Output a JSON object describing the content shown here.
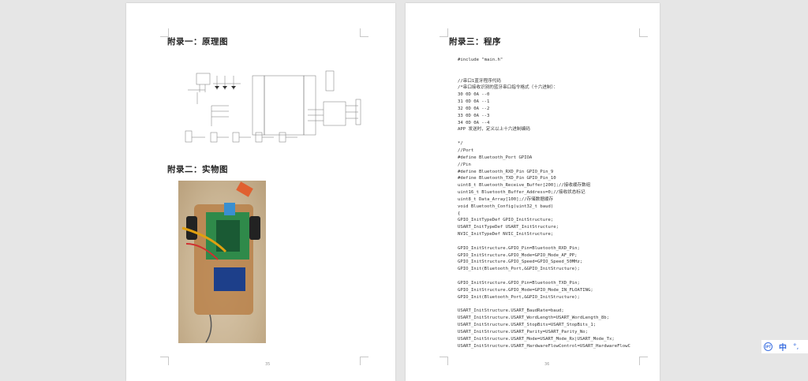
{
  "left_page": {
    "heading1": "附录一：原理图",
    "heading2": "附录二：实物图",
    "page_number": "35"
  },
  "right_page": {
    "heading": "附录三：程序",
    "page_number": "36",
    "code_lines": [
      "#include \"main.h\"",
      "",
      "",
      "//串口1蓝牙程序代码",
      "/*串口接收识别的蓝牙串口指令格式（十六进制）：",
      "30 0D 0A --0",
      "31 0D 0A --1",
      "32 0D 0A --2",
      "33 0D 0A --3",
      "34 0D 0A --4",
      "APP 发送时，定义以上十六进制编码",
      "",
      "*/",
      "//Port",
      "#define Bluetooth_Port GPIOA",
      "//Pin",
      "#define Bluetooth_RXD_Pin GPIO_Pin_9",
      "#define Bluetooth_TXD_Pin GPIO_Pin_10",
      "uint8_t Bluetooth_Receive_Buffer[200];//接收缓存数组",
      "uint16_t Bluetooth_Buffer_Address=0;//接收状态标记",
      "uint8_t Data_Array[100];//存储数据缓存",
      "void Bluetooth_Config(uint32_t baud)",
      "{",
      "GPIO_InitTypeDef GPIO_InitStructure;",
      "USART_InitTypeDef USART_InitStructure;",
      "NVIC_InitTypeDef NVIC_InitStructure;",
      "",
      "GPIO_InitStructure.GPIO_Pin=Bluetooth_RXD_Pin;",
      "GPIO_InitStructure.GPIO_Mode=GPIO_Mode_AF_PP;",
      "GPIO_InitStructure.GPIO_Speed=GPIO_Speed_50MHz;",
      "GPIO_Init(Bluetooth_Port,&GPIO_InitStructure);",
      "",
      "GPIO_InitStructure.GPIO_Pin=Bluetooth_TXD_Pin;",
      "GPIO_InitStructure.GPIO_Mode=GPIO_Mode_IN_FLOATING;",
      "GPIO_Init(Bluetooth_Port,&GPIO_InitStructure);",
      "",
      "USART_InitStructure.USART_BaudRate=baud;",
      "USART_InitStructure.USART_WordLength=USART_WordLength_8b;",
      "USART_InitStructure.USART_StopBits=USART_StopBits_1;",
      "USART_InitStructure.USART_Parity=USART_Parity_No;",
      "USART_InitStructure.USART_Mode=USART_Mode_Rx|USART_Mode_Tx;",
      "USART_InitStructure.USART_HardwareFlowControl=USART_HardwareFlowC"
    ]
  },
  "toolbar": {
    "ipt_label": "IPT",
    "lang_label": "中",
    "dots_label": "°,"
  },
  "colors": {
    "background": "#e6e6e6",
    "accent": "#3b6fe0"
  }
}
